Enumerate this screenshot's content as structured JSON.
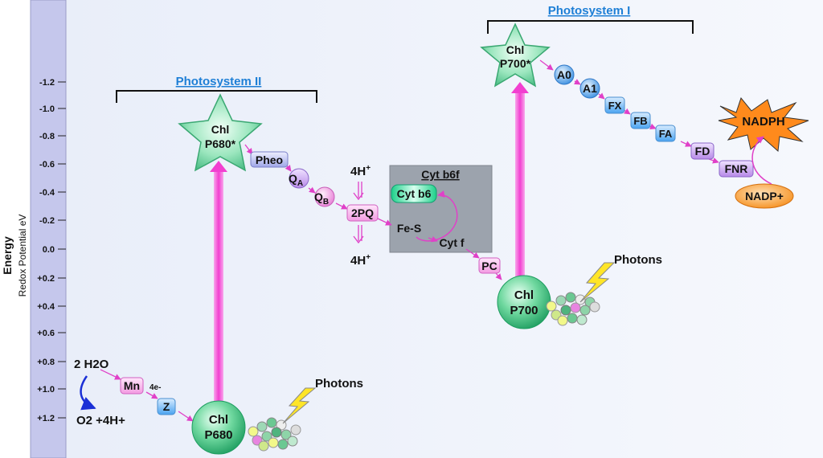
{
  "axis": {
    "title": "Energy",
    "subtitle": "Redox Potential eV",
    "ticks": [
      "-1.2",
      "-1.0",
      "-0.8",
      "-0.6",
      "-0.4",
      "-0.2",
      "0.0",
      "+0.2",
      "+0.4",
      "+0.6",
      "+0.8",
      "+1.0",
      "+1.2"
    ]
  },
  "psII": {
    "label": "Photosystem II"
  },
  "psI": {
    "label": "Photosystem I"
  },
  "nodes": {
    "p680_star_l1": "Chl",
    "p680_star_l2": "P680*",
    "p680_l1": "Chl",
    "p680_l2": "P680",
    "p700_star_l1": "Chl",
    "p700_star_l2": "P700*",
    "p700_l1": "Chl",
    "p700_l2": "P700",
    "pheo": "Pheo",
    "qa": "Q",
    "qa_sub": "A",
    "qb": "Q",
    "qb_sub": "B",
    "pq": "2PQ",
    "h_top": "4H",
    "h_bottom": "4H",
    "h_sup": "+",
    "cyt_title": "Cyt b6f",
    "cyt_b6": "Cyt b6",
    "fes": "Fe-S",
    "cytf": "Cyt f",
    "pc": "PC",
    "a0": "A0",
    "a1": "A1",
    "fx": "FX",
    "fb": "FB",
    "fa": "FA",
    "fd": "FD",
    "fnr": "FNR",
    "nadph": "NADPH",
    "nadp": "NADP+",
    "mn": "Mn",
    "z": "Z",
    "four_e": "4e-",
    "water": "2 H2O",
    "o2": "O2 +4H+",
    "photons_a": "Photons",
    "photons_b": "Photons"
  },
  "colors": {
    "axis_bar": "#c7c9ec",
    "background": "#e9eefb",
    "photon_arrow": "#f25fd6",
    "electron_arrow": "#e040c8",
    "chl_green": "#4fc88a",
    "cyt_box": "#9aa1ad",
    "nadph_orange": "#ff8a1c",
    "ps_label": "#1e7fd6"
  }
}
